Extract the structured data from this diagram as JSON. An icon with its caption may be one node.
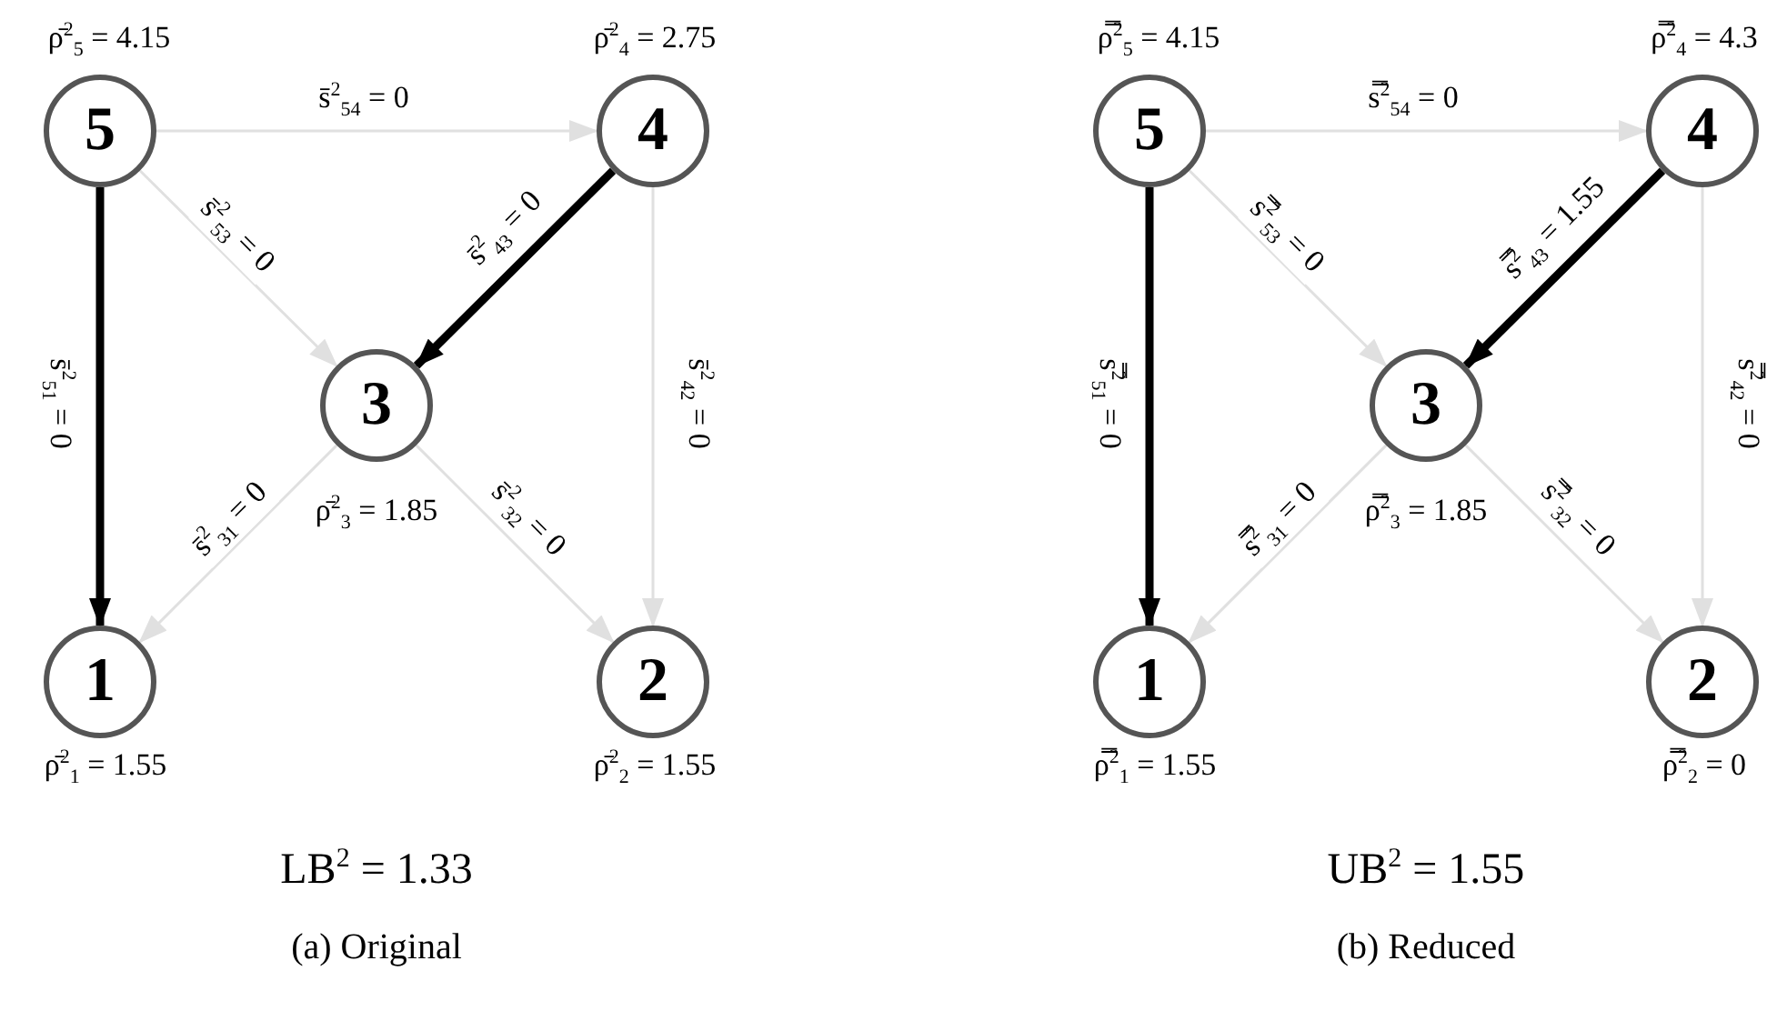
{
  "diagram": {
    "nodes": [
      {
        "text": [
          "5"
        ],
        "beside": [
          "ρ̄$^{2}$$_{5}$ = 4.15"
        ]
      },
      {
        "text": [
          "4"
        ],
        "beside": [
          "ρ̄$^{2}$$_{4}$ = 2.75"
        ]
      },
      {
        "text": [
          "3"
        ],
        "beside": [
          "ρ̄$^{2}$$_{3}$ = 1.85"
        ]
      },
      {
        "text": [
          "1"
        ],
        "beside": [
          "ρ̄$^{2}$$_{1}$ = 1.55"
        ]
      },
      {
        "text": [
          "2"
        ],
        "beside": [
          "ρ̄$^{2}$$_{2}$ = 1.55"
        ]
      },
      {
        "text": [
          "5"
        ],
        "beside": [
          "ρ̿$^{2}$$_{5}$ = 4.15"
        ]
      },
      {
        "text": [
          "4"
        ],
        "beside": [
          "ρ̿$^{2}$$_{4}$ = 4.3"
        ]
      },
      {
        "text": [
          "3"
        ],
        "beside": [
          "ρ̿$^{2}$$_{3}$ = 1.85"
        ]
      },
      {
        "text": [
          "1"
        ],
        "beside": [
          "ρ̿$^{2}$$_{1}$ = 1.55"
        ]
      },
      {
        "text": [
          "2"
        ],
        "beside": [
          "ρ̿$^{2}$$_{2}$ = 0"
        ]
      }
    ],
    "edges": [
      {
        "from": 0,
        "to": 1,
        "arrow": "to",
        "label": "s̄$^{2}$$_{54}$ = 0"
      },
      {
        "from": 0,
        "to": 2,
        "arrow": "to",
        "label": "s̄$^{2}$$_{53}$ = 0"
      },
      {
        "from": 0,
        "to": 3,
        "arrow": "to",
        "label": "s̄$^{2}$$_{51}$ = 0",
        "style": "thick",
        "color": "#000000"
      },
      {
        "from": 1,
        "to": 2,
        "arrow": "to",
        "label": "s̄$^{2}$$_{43}$ = 0",
        "style": "thick",
        "color": "#000000"
      },
      {
        "from": 1,
        "to": 4,
        "arrow": "to",
        "label": "s̄$^{2}$$_{42}$ = 0"
      },
      {
        "from": 2,
        "to": 3,
        "arrow": "to",
        "label": "s̄$^{2}$$_{31}$ = 0"
      },
      {
        "from": 2,
        "to": 4,
        "arrow": "to",
        "label": "s̄$^{2}$$_{32}$ = 0"
      },
      {
        "from": 5,
        "to": 6,
        "arrow": "to",
        "label": "s̿$^{2}$$_{54}$ = 0"
      },
      {
        "from": 5,
        "to": 7,
        "arrow": "to",
        "label": "s̿$^{2}$$_{53}$ = 0"
      },
      {
        "from": 5,
        "to": 8,
        "arrow": "to",
        "label": "s̿$^{2}$$_{51}$ = 0",
        "style": "thick",
        "color": "#000000"
      },
      {
        "from": 6,
        "to": 7,
        "arrow": "to",
        "label": "s̿$^{2}$$_{43}$ = 1.55",
        "style": "thick",
        "color": "#000000"
      },
      {
        "from": 6,
        "to": 9,
        "arrow": "to",
        "label": "s̿$^{2}$$_{42}$ = 0"
      },
      {
        "from": 7,
        "to": 8,
        "arrow": "to",
        "label": "s̿$^{2}$$_{31}$ = 0"
      },
      {
        "from": 7,
        "to": 9,
        "arrow": "to",
        "label": "s̿$^{2}$$_{32}$ = 0"
      }
    ],
    "labels": [
      "LB$^{2}$ = 1.33",
      "(a) Original",
      "UB$^{2}$ = 1.55",
      "(b) Reduced"
    ]
  }
}
